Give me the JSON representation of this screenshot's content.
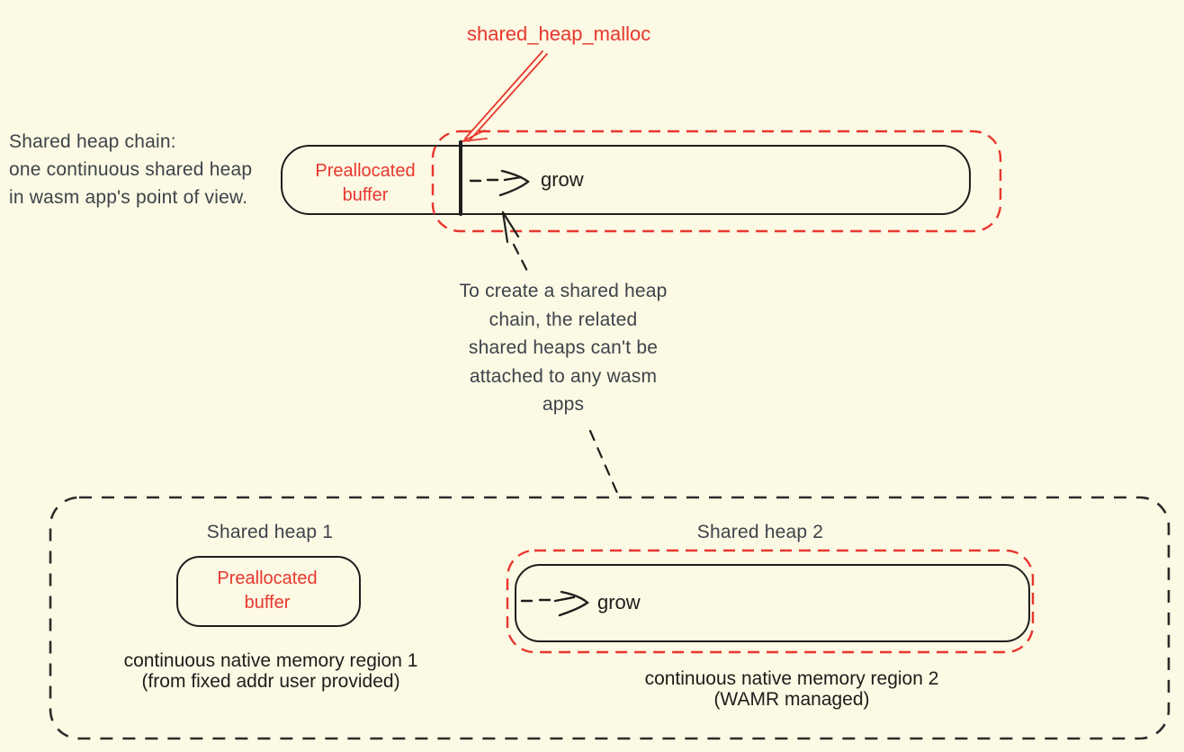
{
  "colors": {
    "background": "#fcf9e4",
    "red": "#e8372e",
    "ink": "#1e1e1e",
    "muted_ink": "#3d434a"
  },
  "top": {
    "malloc_label": "shared_heap_malloc",
    "intro_lines": [
      "Shared heap chain:",
      "one continuous shared heap",
      "in wasm app's point of view."
    ],
    "prealloc_lines": [
      "Preallocated",
      "buffer"
    ],
    "grow_label": "grow"
  },
  "note": {
    "lines": [
      "To create a shared heap",
      "chain, the related",
      "shared heaps can't be",
      "attached to any wasm",
      "apps"
    ]
  },
  "bottom": {
    "heap1_title": "Shared heap 1",
    "prealloc_lines": [
      "Preallocated",
      "buffer"
    ],
    "region1_lines": [
      "continuous native memory region 1",
      "(from fixed addr user provided)"
    ],
    "heap2_title": "Shared heap 2",
    "grow_label": "grow",
    "region2_lines": [
      "continuous native memory region 2",
      "(WAMR managed)"
    ]
  }
}
